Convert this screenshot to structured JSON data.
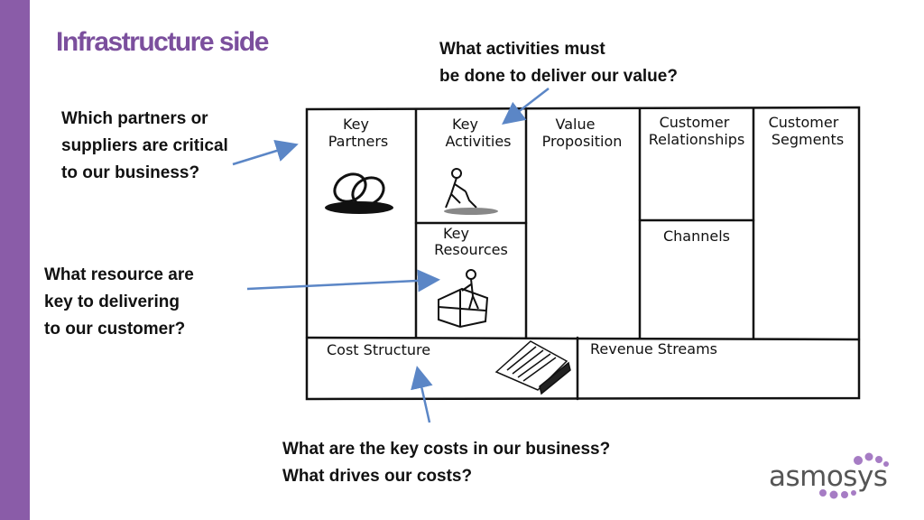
{
  "title": "Infrastructure side",
  "questions": {
    "activities": [
      "What activities must",
      "be done to deliver our value?"
    ],
    "partners": [
      "Which partners or",
      "suppliers are critical",
      "to our business?"
    ],
    "resources": [
      "What resource are",
      "key to delivering",
      "to our customer?"
    ],
    "costs": [
      "What are the key costs in our business?",
      "What drives our costs?"
    ]
  },
  "canvas": {
    "key_partners": [
      "Key",
      "Partners"
    ],
    "key_activities": [
      "Key",
      "Activities"
    ],
    "value_proposition": [
      "Value",
      "Proposition"
    ],
    "customer_relationships": [
      "Customer",
      "Relationships"
    ],
    "customer_segments": [
      "Customer",
      "Segments"
    ],
    "key_resources": [
      "Key",
      "Resources"
    ],
    "channels": "Channels",
    "cost_structure": "Cost Structure",
    "revenue_streams": "Revenue Streams"
  },
  "logo": "asmosys",
  "colors": {
    "sidebar": "#8a5ca8",
    "title": "#7b4f9d",
    "arrow": "#5b86c6",
    "logo_dots": "#a67cc4"
  }
}
